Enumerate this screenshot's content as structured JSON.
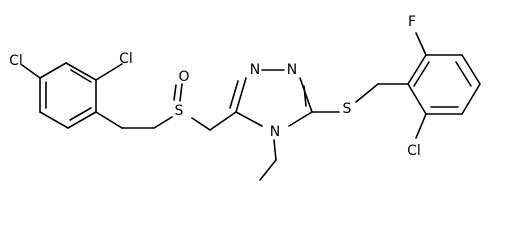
{
  "molecule": {
    "atom_labels": {
      "cl_para": "Cl",
      "cl_ortho": "Cl",
      "sulfinyl_oxygen": "O",
      "sulfinyl_sulfur": "S",
      "triazole_n1": "N",
      "triazole_n2": "N",
      "triazole_n4": "N",
      "thioether_sulfur": "S",
      "fluorine": "F",
      "cl_right": "Cl"
    }
  }
}
